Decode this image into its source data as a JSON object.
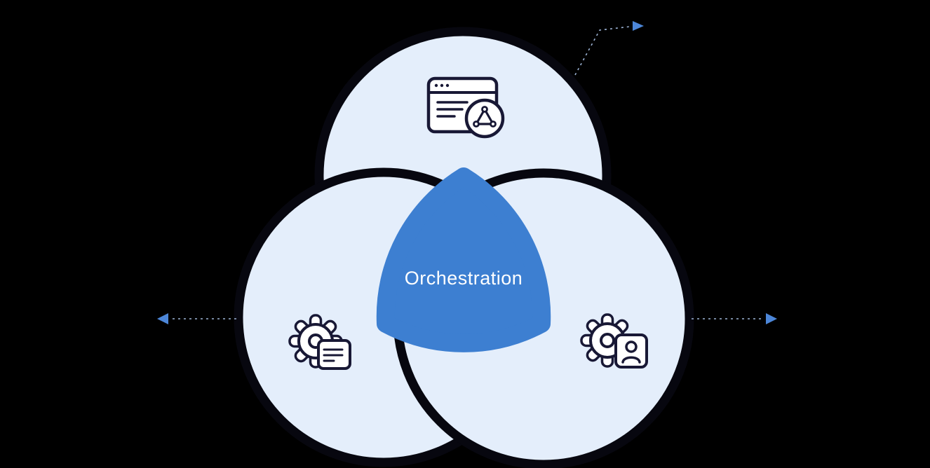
{
  "diagram": {
    "center_label": "Orchestration",
    "circles": [
      {
        "id": "top",
        "icon": "api-window-icon"
      },
      {
        "id": "left",
        "icon": "gear-document-icon"
      },
      {
        "id": "right",
        "icon": "gear-user-icon"
      }
    ],
    "arrows": [
      {
        "direction": "up-right"
      },
      {
        "direction": "left"
      },
      {
        "direction": "right"
      }
    ],
    "colors": {
      "background": "#000000",
      "circle_fill": "#e4eefb",
      "circle_outline": "#07070f",
      "center_shape": "#3d7fd1",
      "center_text": "#ffffff",
      "icon_stroke": "#181835",
      "arrow_head": "#4c86d8",
      "arrow_dash": "#9db4d6"
    }
  }
}
